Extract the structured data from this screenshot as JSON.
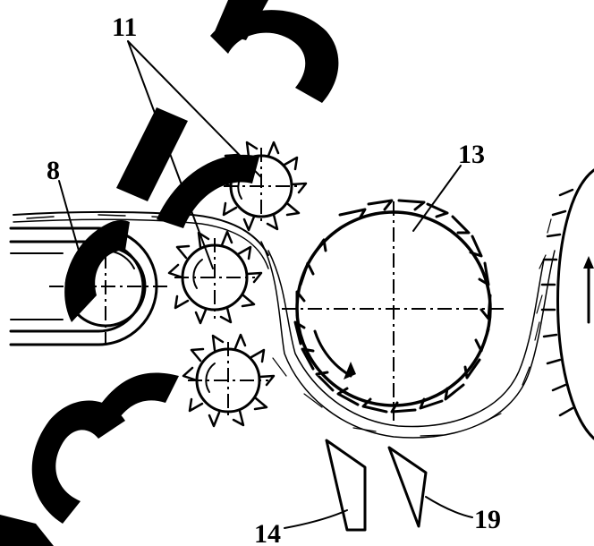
{
  "labels": {
    "label_8": "8",
    "label_11": "11",
    "label_13": "13",
    "label_14": "14",
    "label_19": "19"
  },
  "colors": {
    "ink": "#000000",
    "background": "#ffffff",
    "watermark": "#000000"
  }
}
